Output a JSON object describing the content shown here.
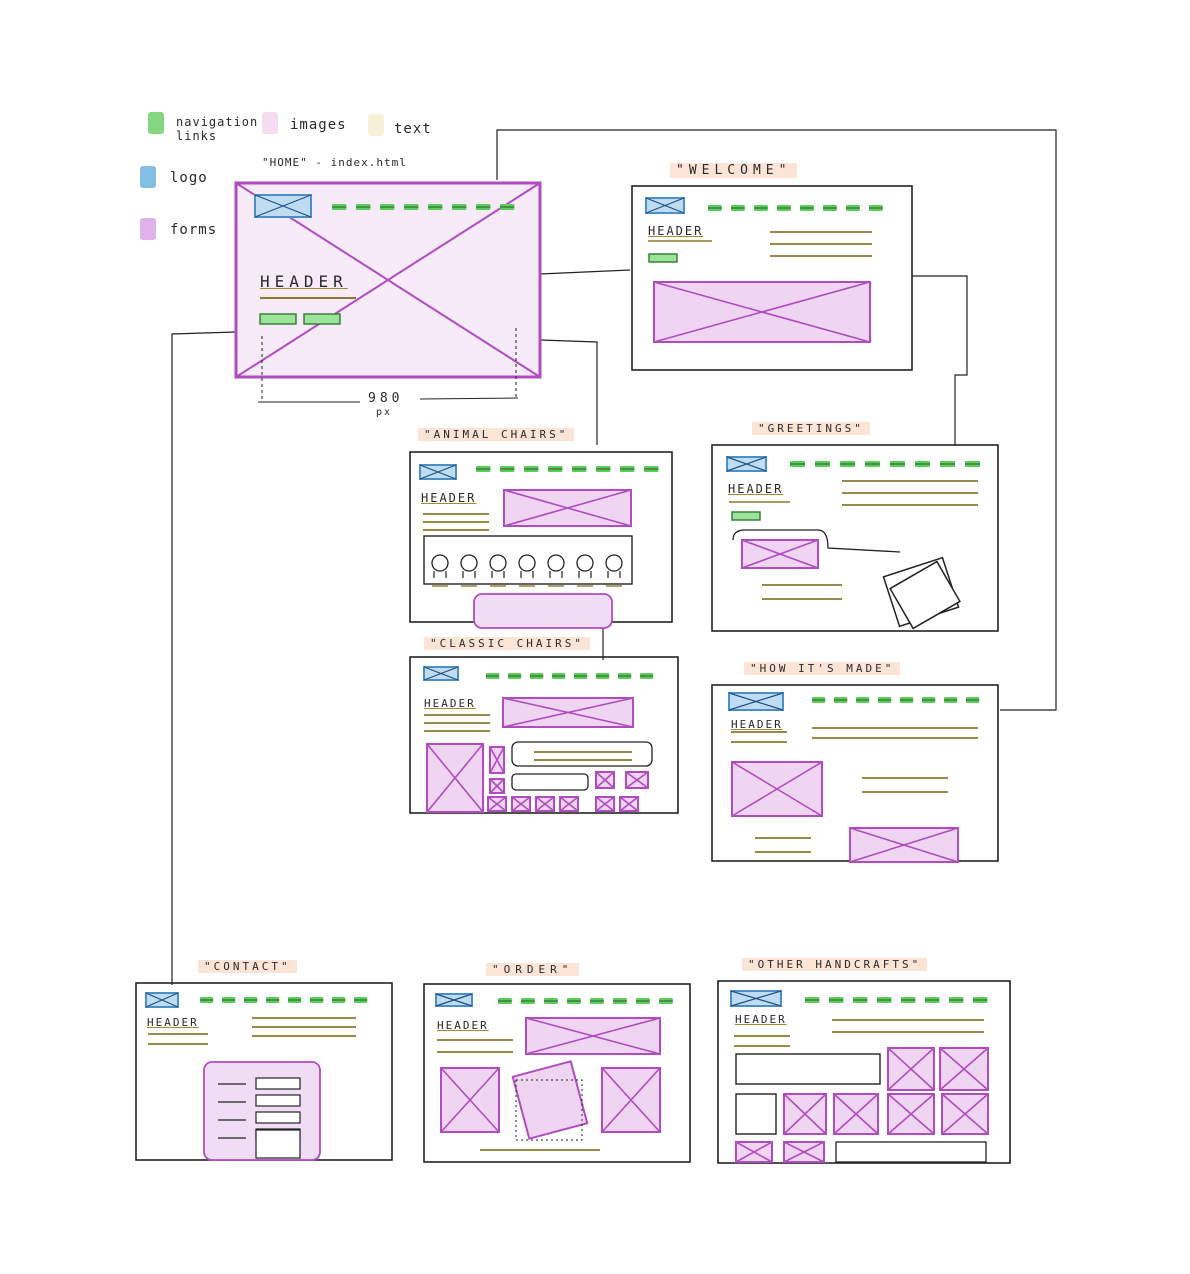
{
  "legend": [
    {
      "label": "navigation links",
      "color": "#6fd06a"
    },
    {
      "label": "images",
      "color": "#f3d7ee"
    },
    {
      "label": "text",
      "color": "#f4f0d0"
    },
    {
      "label": "logo",
      "color": "#6db3e0"
    },
    {
      "label": "forms",
      "color": "#d9a5e6"
    }
  ],
  "home": {
    "title": "\"HOME\" - index.html",
    "header": "HEADER",
    "width_label": "980",
    "width_unit": "px"
  },
  "pages": [
    {
      "id": "welcome",
      "title": "\"WELCOME\"",
      "header": "HEADER"
    },
    {
      "id": "animal",
      "title": "\"ANIMAL CHAIRS\"",
      "header": "HEADER"
    },
    {
      "id": "greetings",
      "title": "\"GREETINGS\"",
      "header": "HEADER"
    },
    {
      "id": "classic",
      "title": "\"CLASSIC CHAIRS\"",
      "header": "HEADER"
    },
    {
      "id": "howmade",
      "title": "\"HOW IT'S MADE\"",
      "header": "HEADER"
    },
    {
      "id": "contact",
      "title": "\"CONTACT\"",
      "header": "HEADER"
    },
    {
      "id": "order",
      "title": "\"ORDER\"",
      "header": "HEADER"
    },
    {
      "id": "other",
      "title": "\"OTHER HANDCRAFTS\"",
      "header": "HEADER"
    }
  ],
  "colors": {
    "ink": "#222222",
    "nav": "#5ccc5c",
    "logo": "#4c8fc7",
    "image": "#b04cc0",
    "image_fill": "#efd5f2",
    "form": "#d9a5e6",
    "text_line": "#8a7a30",
    "title_highlight": "#facdb4"
  }
}
